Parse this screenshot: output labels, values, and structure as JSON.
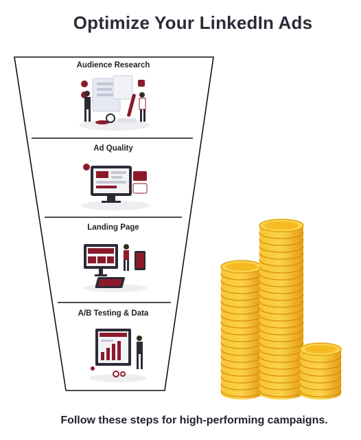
{
  "title": "Optimize Your LinkedIn Ads",
  "stages": [
    {
      "label": "Audience Research",
      "illustration": "audience-research-illustration"
    },
    {
      "label": "Ad Quality",
      "illustration": "ad-quality-illustration"
    },
    {
      "label": "Landing Page",
      "illustration": "landing-page-illustration"
    },
    {
      "label": "A/B Testing & Data",
      "illustration": "ab-testing-illustration"
    }
  ],
  "footer": "Follow these steps for high-performing campaigns.",
  "colors": {
    "accent": "#8b1a2b",
    "dark": "#2b2a36",
    "coin_gold": "#f5b81c",
    "coin_shadow": "#e09a12"
  },
  "coin_stacks": [
    "left-stack",
    "middle-stack",
    "right-stack"
  ]
}
